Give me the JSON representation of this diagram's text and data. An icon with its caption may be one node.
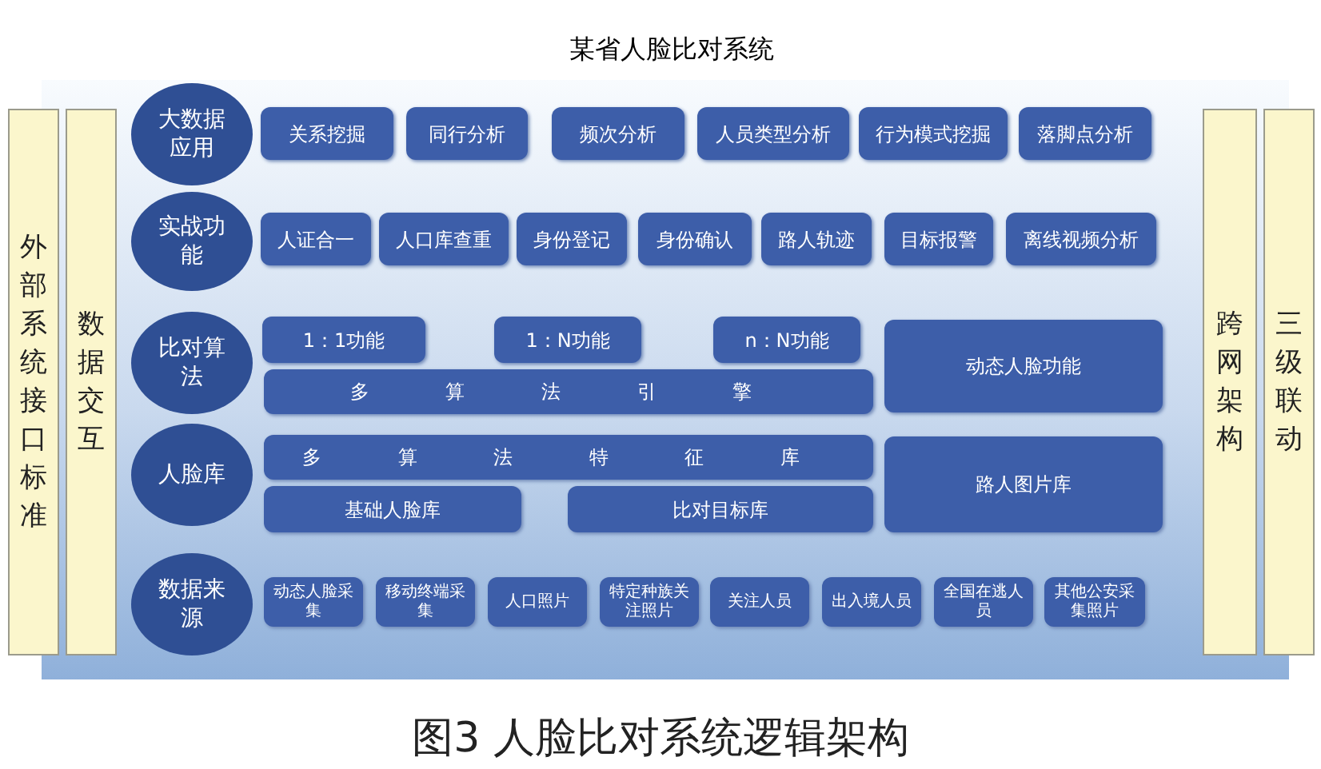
{
  "diagram": {
    "caption": "图3 人脸比对系统逻辑架构",
    "nodes": [
      {
        "text": [
          "某省人脸比对系统"
        ]
      },
      {
        "text": [
          "外部系统接口标准"
        ]
      },
      {
        "text": [
          "数据交互"
        ]
      },
      {
        "text": [
          "跨网架构"
        ]
      },
      {
        "text": [
          "三级联动"
        ]
      },
      {
        "text": [
          "大数据应用"
        ]
      },
      {
        "text": [
          "关系挖掘"
        ]
      },
      {
        "text": [
          "同行分析"
        ]
      },
      {
        "text": [
          "频次分析"
        ]
      },
      {
        "text": [
          "人员类型分析"
        ]
      },
      {
        "text": [
          "行为模式挖掘"
        ]
      },
      {
        "text": [
          "落脚点分析"
        ]
      },
      {
        "text": [
          "实战功能"
        ]
      },
      {
        "text": [
          "人证合一"
        ]
      },
      {
        "text": [
          "人口库查重"
        ]
      },
      {
        "text": [
          "身份登记"
        ]
      },
      {
        "text": [
          "身份确认"
        ]
      },
      {
        "text": [
          "路人轨迹"
        ]
      },
      {
        "text": [
          "目标报警"
        ]
      },
      {
        "text": [
          "离线视频分析"
        ]
      },
      {
        "text": [
          "比对算法"
        ]
      },
      {
        "text": [
          "1：1功能"
        ]
      },
      {
        "text": [
          "1：N功能"
        ]
      },
      {
        "text": [
          "n：N功能"
        ]
      },
      {
        "text": [
          "多 算 法 引 擎"
        ]
      },
      {
        "text": [
          "动态人脸功能"
        ]
      },
      {
        "text": [
          "人脸库"
        ]
      },
      {
        "text": [
          "多 算 法 特 征 库"
        ]
      },
      {
        "text": [
          "基础人脸库"
        ]
      },
      {
        "text": [
          "比对目标库"
        ]
      },
      {
        "text": [
          "路人图片库"
        ]
      },
      {
        "text": [
          "数据来源"
        ]
      },
      {
        "text": [
          "动态人脸采集"
        ]
      },
      {
        "text": [
          "移动终端采集"
        ]
      },
      {
        "text": [
          "人口照片"
        ]
      },
      {
        "text": [
          "特定种族关注照片"
        ]
      },
      {
        "text": [
          "关注人员"
        ]
      },
      {
        "text": [
          "出入境人员"
        ]
      },
      {
        "text": [
          "全国在逃人员"
        ]
      },
      {
        "text": [
          "其他公安采集照片"
        ]
      }
    ]
  }
}
